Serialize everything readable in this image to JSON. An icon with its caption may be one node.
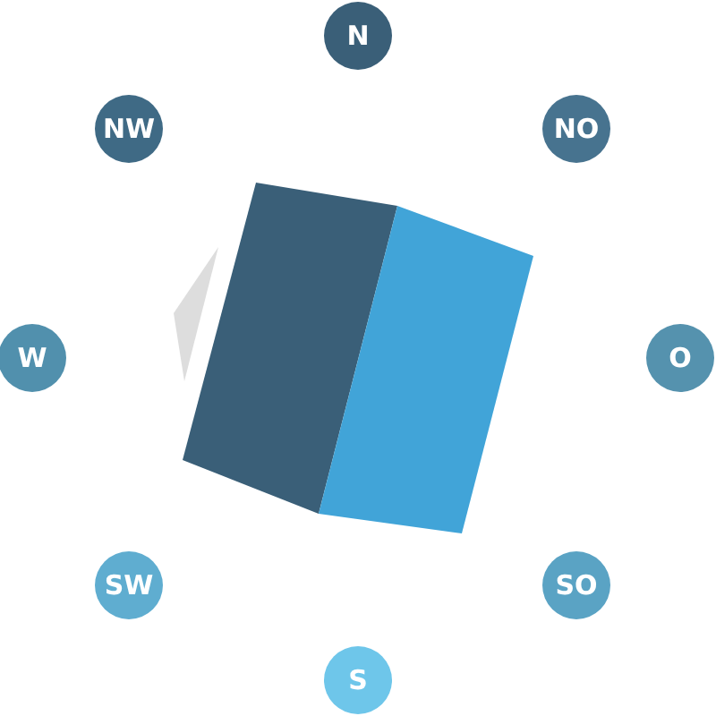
{
  "diagram": {
    "nodes": [
      {
        "text": [
          "N"
        ]
      },
      {
        "text": [
          "NO"
        ]
      },
      {
        "text": [
          "O"
        ]
      },
      {
        "text": [
          "SO"
        ]
      },
      {
        "text": [
          "S"
        ]
      },
      {
        "text": [
          "SW"
        ]
      },
      {
        "text": [
          "W"
        ]
      },
      {
        "text": [
          "NW"
        ]
      }
    ]
  }
}
